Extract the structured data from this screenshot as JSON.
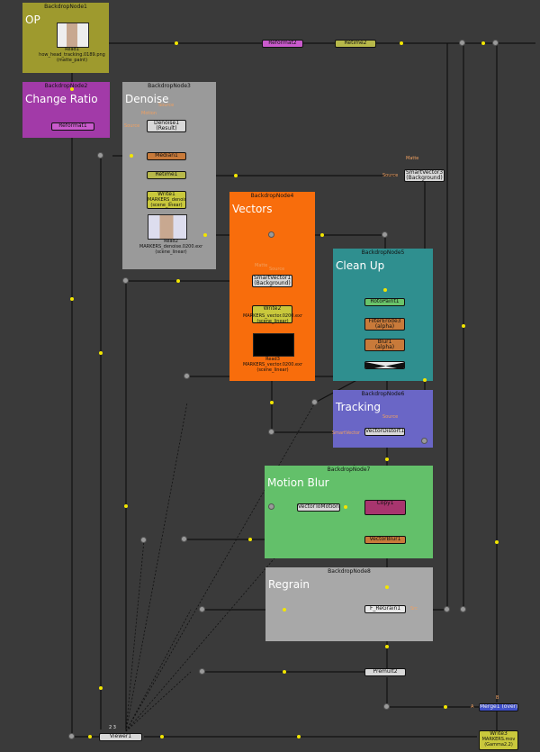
{
  "backdrops": {
    "bd1": {
      "header": "BackdropNode1",
      "title": "OP"
    },
    "bd2": {
      "header": "BackdropNode2",
      "title": "Change Ratio"
    },
    "bd3": {
      "header": "BackdropNode3",
      "title": "Denoise"
    },
    "bd4": {
      "header": "BackdropNode4",
      "title": "Vectors"
    },
    "bd5": {
      "header": "BackdropNode5",
      "title": "Clean Up"
    },
    "bd6": {
      "header": "BackdropNode6",
      "title": "Tracking"
    },
    "bd7": {
      "header": "BackdropNode7",
      "title": "Motion Blur"
    },
    "bd8": {
      "header": "BackdropNode8",
      "title": "Regrain"
    }
  },
  "nodes": {
    "read1": {
      "line1": "Read1",
      "line2": "how_head_tracking.0189.png",
      "line3": "(matte_paint)"
    },
    "reformat1": "Reformat1",
    "reformat2": "Reformat2",
    "retime2": "Retime2",
    "denoise1": {
      "line1": "Denoise1",
      "line2": "(Result)"
    },
    "median1": "Median1",
    "retime1": "Retime1",
    "write1": {
      "line1": "Write1",
      "line2": "MARKERS_denoise.0200.exr",
      "line3": "(scene_linear)"
    },
    "read2": {
      "line1": "Read2",
      "line2": "MARKERS_denoise.0200.exr",
      "line3": "(scene_linear)"
    },
    "smartvector3": {
      "line1": "SmartVector3",
      "line2": "(Background)"
    },
    "smartvector1": {
      "line1": "SmartVector1",
      "line2": "(Background)"
    },
    "write2": {
      "line1": "Write2",
      "line2": "MARKERS_vector.0200.exr",
      "line3": "(scene_linear)"
    },
    "read3": {
      "line1": "Read3",
      "line2": "MARKERS_vector.0200.exr",
      "line3": "(scene_linear)"
    },
    "rotopaint1": "RotoPaint1",
    "filtererode3": {
      "line1": "FilterErode3",
      "line2": "(alpha)"
    },
    "blur1": {
      "line1": "Blur1",
      "line2": "(alpha)"
    },
    "vectordistort1": "VectorDistort1",
    "copy1": {
      "line1": "Copy1"
    },
    "vectortomotion1": "VectorToMotion1",
    "vectorblur1": "VectorBlur1",
    "fregrain1": "F_ReGrain1",
    "premult2": "Premult2",
    "merge1": "Merge1 (over)",
    "viewer1": "Viewer1",
    "write3": {
      "line1": "Write3",
      "line2": "MARKERS.mov",
      "line3": "(Gamma2.2)"
    }
  },
  "tags": {
    "source_a": "Source",
    "motion": "Motion",
    "source_b": "Source",
    "matte": "Matte",
    "source_c": "Source",
    "matte2": "Matte",
    "source_d": "Source",
    "smartvector": "SmartVector",
    "source_e": "Source",
    "src_grain": "Src",
    "a_in": "A",
    "b_in": "B",
    "viewer_inputs": "2  3"
  },
  "colors": {
    "canvas": "#3a3a3a",
    "pipe": "#111111",
    "dot": "#f2e600",
    "op": "#9e9a2e",
    "change_ratio": "#a23aa8",
    "denoise": "#9a9a9a",
    "vectors": "#f86d0c",
    "clean_up": "#2f8f8f",
    "tracking": "#6a66c6",
    "motion_blur": "#63c06a",
    "regrain": "#a8a8a8"
  }
}
